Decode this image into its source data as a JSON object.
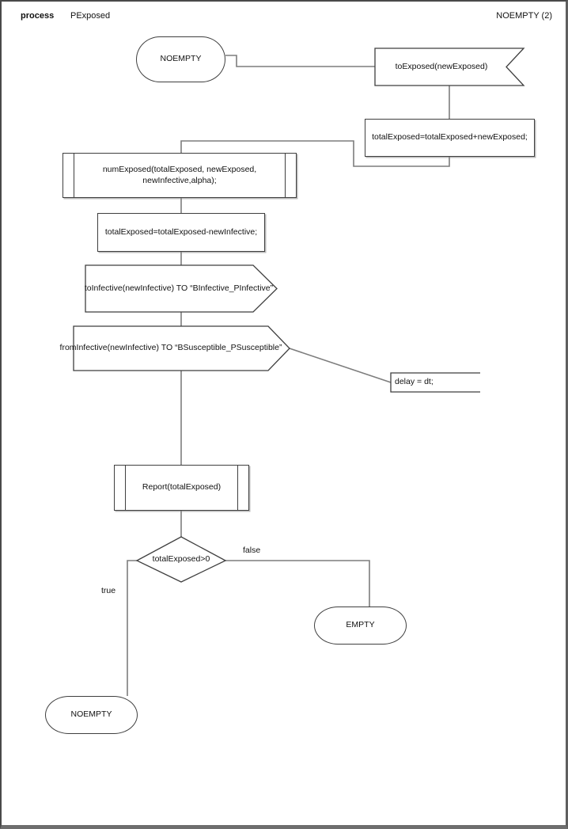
{
  "header": {
    "kind_label": "process",
    "process_name": "PExposed",
    "state_page_label": "NOEMPTY (2)"
  },
  "nodes": {
    "state_top": {
      "label": "NOEMPTY"
    },
    "input_toexposed": {
      "label": "toExposed(newExposed)"
    },
    "task_add": {
      "label": "totalExposed=totalExposed+newExposed;"
    },
    "proc_numexposed": {
      "line1": "numExposed(totalExposed, newExposed,",
      "line2": "newInfective,alpha);"
    },
    "task_sub": {
      "label": "totalExposed=totalExposed-newInfective;"
    },
    "output_toinfective": {
      "label": "toInfective(newInfective) TO “BInfective_PInfective”"
    },
    "output_frominfective": {
      "label": "fromInfective(newInfective) TO “BSusceptible_PSusceptible”"
    },
    "task_delay": {
      "label": "delay = dt;"
    },
    "proc_report": {
      "label": "Report(totalExposed)"
    },
    "decision": {
      "label": "totalExposed>0"
    },
    "state_empty": {
      "label": "EMPTY"
    },
    "state_bottom": {
      "label": "NOEMPTY"
    }
  },
  "branches": {
    "false_label": "false",
    "true_label": "true"
  },
  "colors": {
    "connector": "#7d7d7d",
    "shape_border": "#3f3f3f",
    "text": "#111111",
    "background": "#ffffff"
  }
}
